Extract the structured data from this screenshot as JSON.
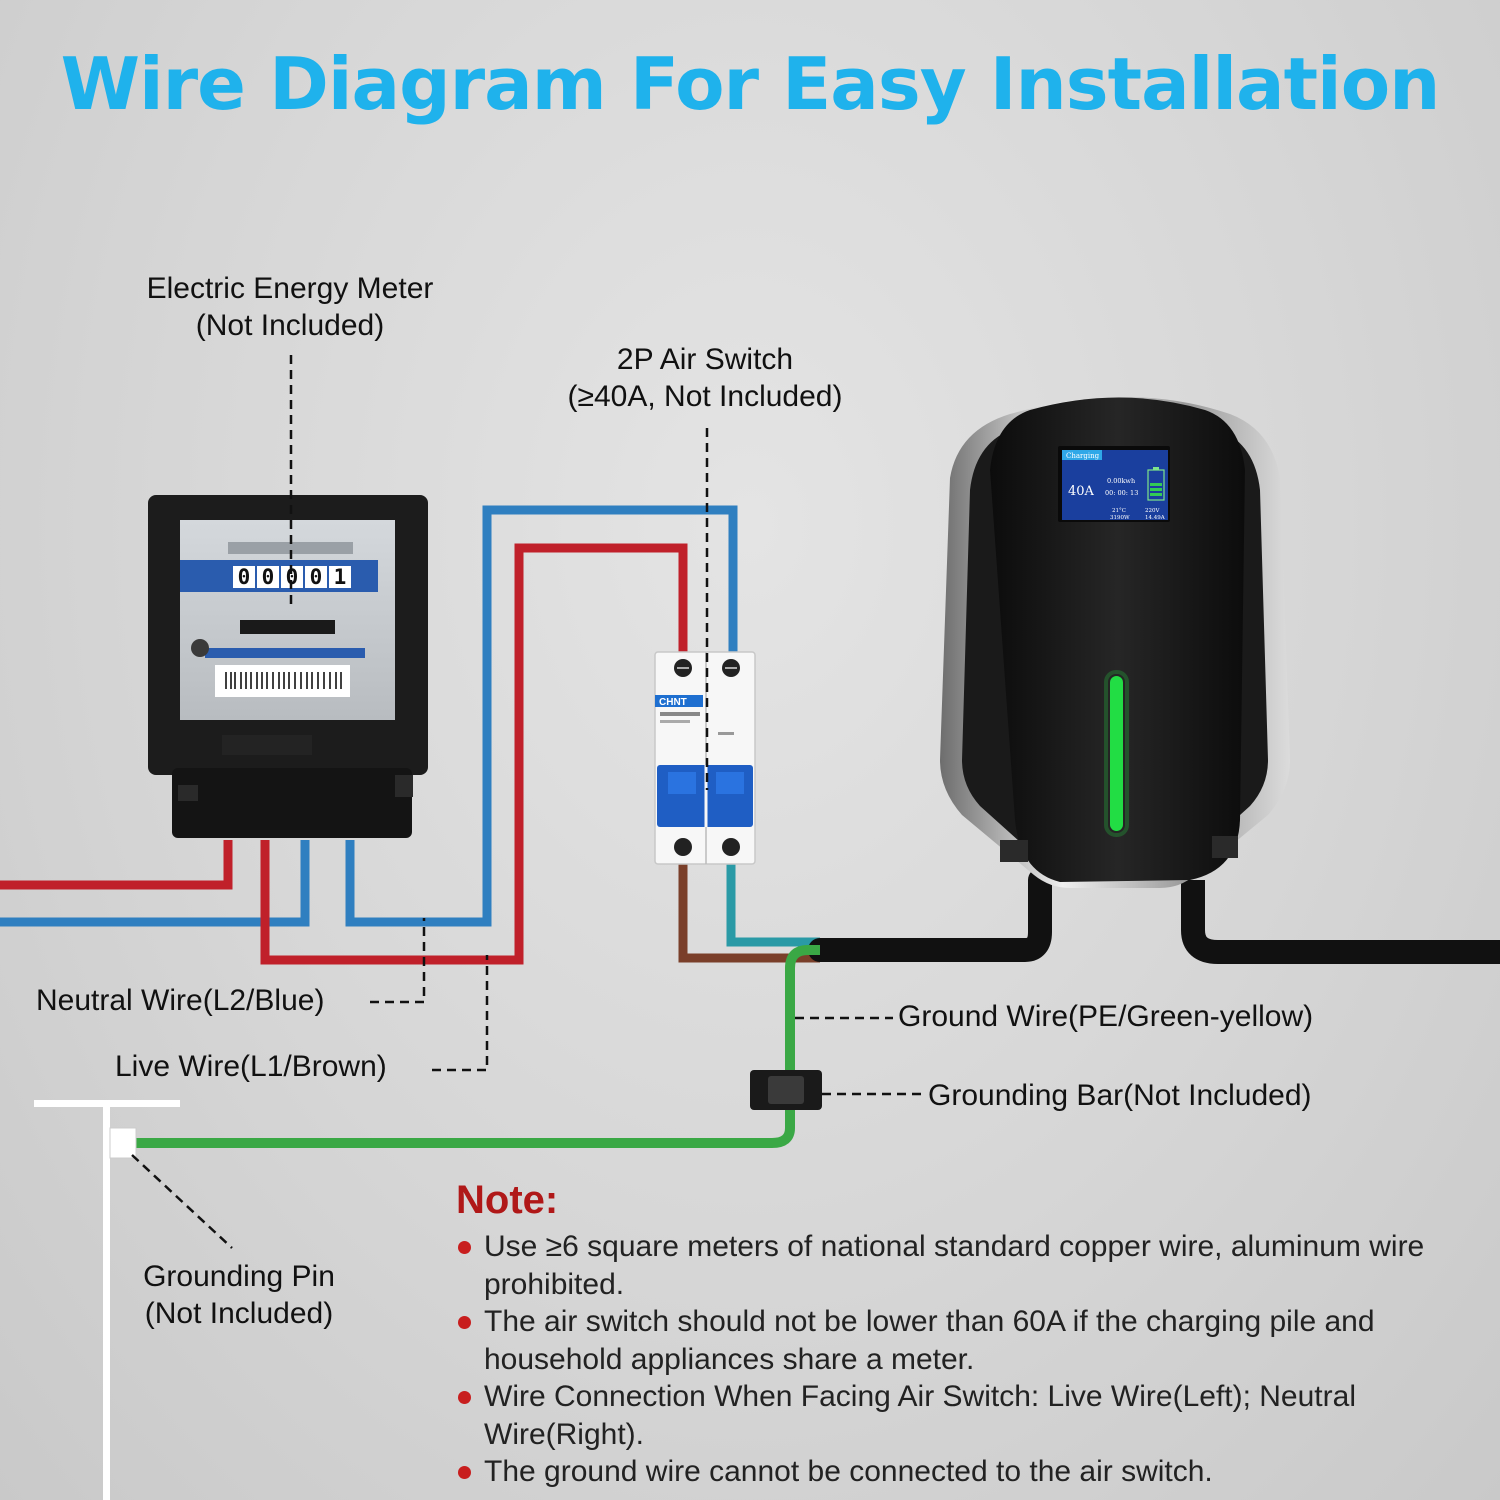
{
  "title": "Wire Diagram For Easy Installation",
  "labels": {
    "meter": [
      "Electric Energy Meter",
      "(Not Included)"
    ],
    "air_switch": [
      "2P Air Switch",
      "(≥40A, Not Included)"
    ],
    "neutral_wire": "Neutral Wire(L2/Blue)",
    "live_wire": "Live Wire(L1/Brown)",
    "ground_wire": "Ground Wire(PE/Green-yellow)",
    "grounding_bar": "Grounding Bar(Not Included)",
    "grounding_pin": [
      "Grounding Pin",
      "(Not Included)"
    ]
  },
  "meter_display": {
    "digits": [
      "0",
      "0",
      "0",
      "0",
      "1"
    ]
  },
  "breaker_brand": "CHNT",
  "charger_screen": {
    "status": "Charging",
    "current": "40A",
    "energy": "0.00kwh",
    "time": "00: 00: 13",
    "temperature": "21°C",
    "voltage": "220V",
    "power": "3190W",
    "amps": "14.49A"
  },
  "note": {
    "title": "Note:",
    "items": [
      "Use ≥6 square meters of national standard copper wire, aluminum wire prohibited.",
      "The air switch should not be lower than 60A if the charging pile and household appliances share a meter.",
      "Wire Connection When Facing Air Switch: Live Wire(Left); Neutral Wire(Right).",
      "The ground wire cannot be connected to the air switch."
    ]
  },
  "colors": {
    "title": "#1fb2ec",
    "live_wire": "#c0202a",
    "neutral_wire": "#2f7fc0",
    "ground_wire": "#3aa845",
    "brown_wire": "#7a3f2a",
    "teal_wire": "#2a9aa6",
    "note_title": "#b01818",
    "led": "#22dd44"
  }
}
